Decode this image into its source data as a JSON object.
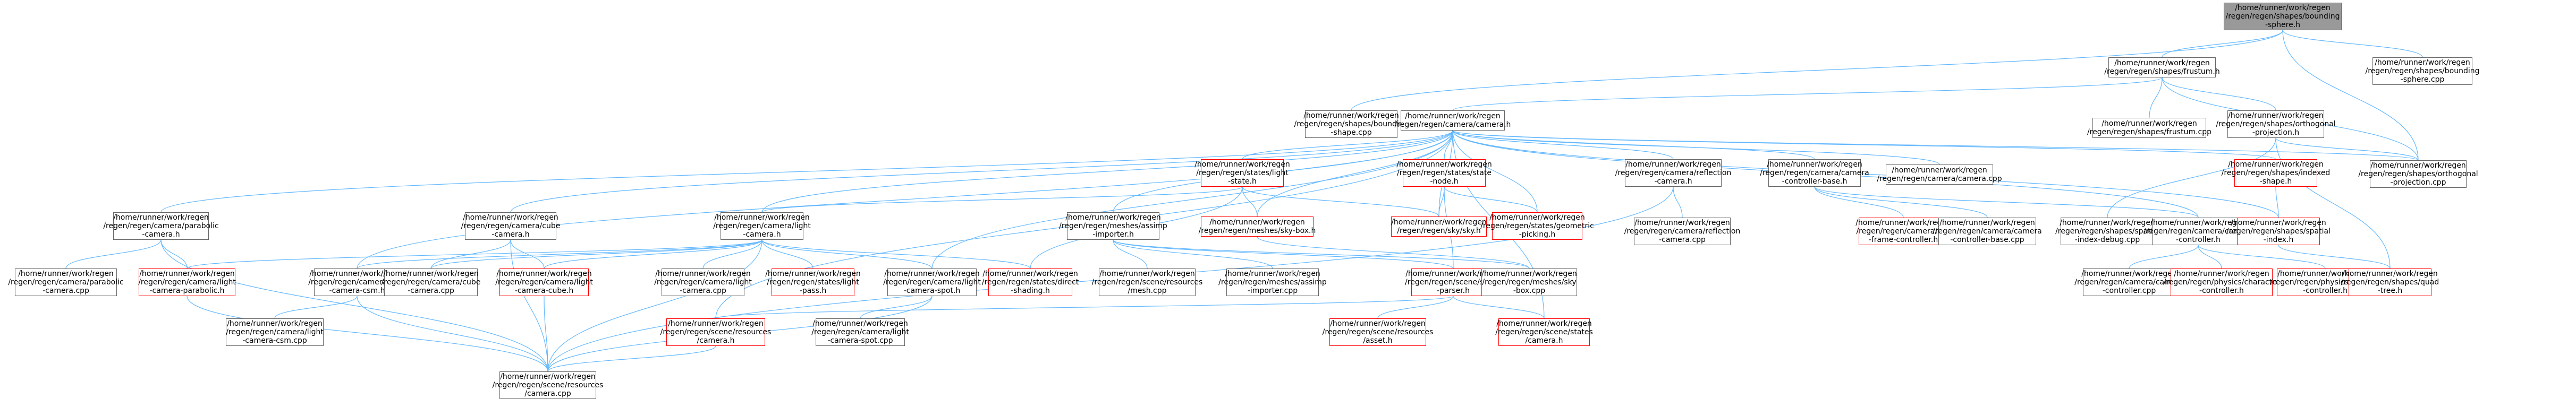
{
  "graph": {
    "edge_color": "#63b8ff",
    "node_border": "#666666",
    "missing_border": "#ff0000",
    "root_fill": "#999999",
    "nodes": [
      {
        "id": "bounding_sphere_h",
        "label": "/home/runner/work/regen\n/regen/regen/shapes/bounding\n-sphere.h",
        "style": "root"
      },
      {
        "id": "frustum_h",
        "label": "/home/runner/work/regen\n/regen/regen/shapes/frustum.h",
        "style": "normal"
      },
      {
        "id": "bounding_sphere_cpp",
        "label": "/home/runner/work/regen\n/regen/regen/shapes/bounding\n-sphere.cpp",
        "style": "normal"
      },
      {
        "id": "bounding_shape_cpp",
        "label": "/home/runner/work/regen\n/regen/regen/shapes/bounding\n-shape.cpp",
        "style": "normal"
      },
      {
        "id": "camera_h",
        "label": "/home/runner/work/regen\n/regen/regen/camera/camera.h",
        "style": "normal"
      },
      {
        "id": "frustum_cpp",
        "label": "/home/runner/work/regen\n/regen/regen/shapes/frustum.cpp",
        "style": "normal"
      },
      {
        "id": "ortho_h",
        "label": "/home/runner/work/regen\n/regen/regen/shapes/orthogonal\n-projection.h",
        "style": "normal"
      },
      {
        "id": "ortho_cpp",
        "label": "/home/runner/work/regen\n/regen/regen/shapes/orthogonal\n-projection.cpp",
        "style": "normal"
      },
      {
        "id": "parabolic_h",
        "label": "/home/runner/work/regen\n/regen/regen/camera/parabolic\n-camera.h",
        "style": "normal"
      },
      {
        "id": "cube_h",
        "label": "/home/runner/work/regen\n/regen/regen/camera/cube\n-camera.h",
        "style": "normal"
      },
      {
        "id": "light_state_h",
        "label": "/home/runner/work/regen\n/regen/regen/states/light\n-state.h",
        "style": "red"
      },
      {
        "id": "state_node_h",
        "label": "/home/runner/work/regen\n/regen/regen/states/state\n-node.h",
        "style": "red"
      },
      {
        "id": "reflection_h",
        "label": "/home/runner/work/regen\n/regen/regen/camera/reflection\n-camera.h",
        "style": "normal"
      },
      {
        "id": "controller_base_h",
        "label": "/home/runner/work/regen\n/regen/regen/camera/camera\n-controller-base.h",
        "style": "normal"
      },
      {
        "id": "camera_cpp",
        "label": "/home/runner/work/regen\n/regen/regen/camera/camera.cpp",
        "style": "normal"
      },
      {
        "id": "indexed_shape_h",
        "label": "/home/runner/work/regen\n/regen/regen/shapes/indexed\n-shape.h",
        "style": "red"
      },
      {
        "id": "light_camera_h",
        "label": "/home/runner/work/regen\n/regen/regen/camera/light\n-camera.h",
        "style": "normal"
      },
      {
        "id": "assimp_h",
        "label": "/home/runner/work/regen\n/regen/regen/meshes/assimp\n-importer.h",
        "style": "normal"
      },
      {
        "id": "sky_box_h",
        "label": "/home/runner/work/regen\n/regen/regen/meshes/sky-box.h",
        "style": "red"
      },
      {
        "id": "sky_h",
        "label": "/home/runner/work/regen\n/regen/regen/sky/sky.h",
        "style": "red"
      },
      {
        "id": "geometric_picking_h",
        "label": "/home/runner/work/regen\n/regen/regen/states/geometric\n-picking.h",
        "style": "red"
      },
      {
        "id": "reflection_cpp",
        "label": "/home/runner/work/regen\n/regen/regen/camera/reflection\n-camera.cpp",
        "style": "normal"
      },
      {
        "id": "key_frame_h",
        "label": "/home/runner/work/regen\n/regen/regen/camera/key\n-frame-controller.h",
        "style": "red"
      },
      {
        "id": "controller_base_cpp",
        "label": "/home/runner/work/regen\n/regen/regen/camera/camera\n-controller-base.cpp",
        "style": "normal"
      },
      {
        "id": "spatial_debug_cpp",
        "label": "/home/runner/work/regen\n/regen/regen/shapes/spatial\n-index-debug.cpp",
        "style": "normal"
      },
      {
        "id": "camera_controller_h",
        "label": "/home/runner/work/regen\n/regen/regen/camera/camera\n-controller.h",
        "style": "normal"
      },
      {
        "id": "spatial_index_h",
        "label": "/home/runner/work/regen\n/regen/regen/shapes/spatial\n-index.h",
        "style": "red"
      },
      {
        "id": "parabolic_cpp",
        "label": "/home/runner/work/regen\n/regen/regen/camera/parabolic\n-camera.cpp",
        "style": "normal"
      },
      {
        "id": "light_parabolic_h",
        "label": "/home/runner/work/regen\n/regen/regen/camera/light\n-camera-parabolic.h",
        "style": "red"
      },
      {
        "id": "light_csm_h",
        "label": "/home/runner/work/regen\n/regen/regen/camera/light\n-camera-csm.h",
        "style": "normal"
      },
      {
        "id": "cube_cpp",
        "label": "/home/runner/work/regen\n/regen/regen/camera/cube\n-camera.cpp",
        "style": "normal"
      },
      {
        "id": "light_cube_h",
        "label": "/home/runner/work/regen\n/regen/regen/camera/light\n-camera-cube.h",
        "style": "red"
      },
      {
        "id": "light_camera_cpp",
        "label": "/home/runner/work/regen\n/regen/regen/camera/light\n-camera.cpp",
        "style": "normal"
      },
      {
        "id": "light_pass_h",
        "label": "/home/runner/work/regen\n/regen/regen/states/light\n-pass.h",
        "style": "red"
      },
      {
        "id": "direct_shading_h",
        "label": "/home/runner/work/regen\n/regen/regen/states/direct\n-shading.h",
        "style": "red"
      },
      {
        "id": "light_spot_h",
        "label": "/home/runner/work/regen\n/regen/regen/camera/light\n-camera-spot.h",
        "style": "normal"
      },
      {
        "id": "resources_mesh_cpp",
        "label": "/home/runner/work/regen\n/regen/regen/scene/resources\n/mesh.cpp",
        "style": "normal"
      },
      {
        "id": "assimp_cpp",
        "label": "/home/runner/work/regen\n/regen/regen/meshes/assimp\n-importer.cpp",
        "style": "normal"
      },
      {
        "id": "scene_parser_h",
        "label": "/home/runner/work/regen\n/regen/regen/scene/scene\n-parser.h",
        "style": "red"
      },
      {
        "id": "sky_box_cpp",
        "label": "/home/runner/work/regen\n/regen/regen/meshes/sky\n-box.cpp",
        "style": "normal"
      },
      {
        "id": "controller_cpp",
        "label": "/home/runner/work/regen\n/regen/regen/camera/camera\n-controller.cpp",
        "style": "normal"
      },
      {
        "id": "character_controller_h",
        "label": "/home/runner/work/regen\n/regen/regen/physics/character\n-controller.h",
        "style": "red"
      },
      {
        "id": "impulse_controller_h",
        "label": "/home/runner/work/regen\n/regen/regen/physics/impulse\n-controller.h",
        "style": "red"
      },
      {
        "id": "quad_tree_h",
        "label": "/home/runner/work/regen\n/regen/regen/shapes/quad\n-tree.h",
        "style": "red"
      },
      {
        "id": "light_csm_cpp",
        "label": "/home/runner/work/regen\n/regen/regen/camera/light\n-camera-csm.cpp",
        "style": "normal"
      },
      {
        "id": "resources_camera_h",
        "label": "/home/runner/work/regen\n/regen/regen/scene/resources\n/camera.h",
        "style": "red"
      },
      {
        "id": "light_spot_cpp",
        "label": "/home/runner/work/regen\n/regen/regen/camera/light\n-camera-spot.cpp",
        "style": "normal"
      },
      {
        "id": "resources_asset_h",
        "label": "/home/runner/work/regen\n/regen/regen/scene/resources\n/asset.h",
        "style": "red"
      },
      {
        "id": "scenestates_camera_h",
        "label": "/home/runner/work/regen\n/regen/regen/scene/states\n/camera.h",
        "style": "red"
      },
      {
        "id": "resources_camera_cpp",
        "label": "/home/runner/work/regen\n/regen/regen/scene/resources\n/camera.cpp",
        "style": "normal"
      }
    ],
    "edges": [
      [
        "bounding_sphere_h",
        "frustum_h"
      ],
      [
        "bounding_sphere_h",
        "bounding_shape_cpp"
      ],
      [
        "bounding_sphere_h",
        "bounding_sphere_cpp"
      ],
      [
        "bounding_sphere_h",
        "ortho_cpp"
      ],
      [
        "frustum_h",
        "camera_h"
      ],
      [
        "frustum_h",
        "frustum_cpp"
      ],
      [
        "frustum_h",
        "ortho_h"
      ],
      [
        "frustum_h",
        "ortho_cpp"
      ],
      [
        "ortho_h",
        "ortho_cpp"
      ],
      [
        "ortho_h",
        "spatial_debug_cpp"
      ],
      [
        "ortho_h",
        "quad_tree_h"
      ],
      [
        "camera_h",
        "parabolic_h"
      ],
      [
        "camera_h",
        "cube_h"
      ],
      [
        "camera_h",
        "light_state_h"
      ],
      [
        "camera_h",
        "state_node_h"
      ],
      [
        "camera_h",
        "reflection_h"
      ],
      [
        "camera_h",
        "controller_base_h"
      ],
      [
        "camera_h",
        "camera_cpp"
      ],
      [
        "camera_h",
        "indexed_shape_h"
      ],
      [
        "camera_h",
        "ortho_cpp"
      ],
      [
        "camera_h",
        "light_camera_h"
      ],
      [
        "camera_h",
        "assimp_h"
      ],
      [
        "camera_h",
        "sky_box_h"
      ],
      [
        "camera_h",
        "sky_h"
      ],
      [
        "camera_h",
        "geometric_picking_h"
      ],
      [
        "camera_h",
        "spatial_index_h"
      ],
      [
        "camera_h",
        "camera_controller_h"
      ],
      [
        "camera_h",
        "light_csm_h"
      ],
      [
        "camera_h",
        "light_spot_h"
      ],
      [
        "camera_h",
        "resources_camera_h"
      ],
      [
        "camera_h",
        "scenestates_camera_h"
      ],
      [
        "parabolic_h",
        "parabolic_cpp"
      ],
      [
        "parabolic_h",
        "light_parabolic_h"
      ],
      [
        "parabolic_h",
        "resources_camera_cpp"
      ],
      [
        "cube_h",
        "cube_cpp"
      ],
      [
        "cube_h",
        "light_cube_h"
      ],
      [
        "cube_h",
        "resources_camera_cpp"
      ],
      [
        "light_state_h",
        "light_camera_h"
      ],
      [
        "light_state_h",
        "sky_h"
      ],
      [
        "light_state_h",
        "direct_shading_h"
      ],
      [
        "light_state_h",
        "sky_box_h"
      ],
      [
        "state_node_h",
        "scene_parser_h"
      ],
      [
        "state_node_h",
        "geometric_picking_h"
      ],
      [
        "state_node_h",
        "sky_h"
      ],
      [
        "reflection_h",
        "reflection_cpp"
      ],
      [
        "reflection_h",
        "resources_camera_cpp"
      ],
      [
        "controller_base_h",
        "key_frame_h"
      ],
      [
        "controller_base_h",
        "controller_base_cpp"
      ],
      [
        "controller_base_h",
        "camera_controller_h"
      ],
      [
        "indexed_shape_h",
        "spatial_index_h"
      ],
      [
        "spatial_index_h",
        "quad_tree_h"
      ],
      [
        "light_camera_h",
        "light_parabolic_h"
      ],
      [
        "light_camera_h",
        "light_csm_h"
      ],
      [
        "light_camera_h",
        "cube_cpp"
      ],
      [
        "light_camera_h",
        "light_cube_h"
      ],
      [
        "light_camera_h",
        "light_camera_cpp"
      ],
      [
        "light_camera_h",
        "light_pass_h"
      ],
      [
        "light_camera_h",
        "direct_shading_h"
      ],
      [
        "light_camera_h",
        "light_spot_h"
      ],
      [
        "light_camera_h",
        "resources_camera_cpp"
      ],
      [
        "assimp_h",
        "resources_mesh_cpp"
      ],
      [
        "assimp_h",
        "assimp_cpp"
      ],
      [
        "assimp_h",
        "scene_parser_h"
      ],
      [
        "assimp_h",
        "sky_box_cpp"
      ],
      [
        "sky_box_h",
        "sky_box_cpp"
      ],
      [
        "camera_controller_h",
        "controller_cpp"
      ],
      [
        "camera_controller_h",
        "character_controller_h"
      ],
      [
        "camera_controller_h",
        "impulse_controller_h"
      ],
      [
        "light_parabolic_h",
        "resources_camera_cpp"
      ],
      [
        "light_csm_h",
        "light_csm_cpp"
      ],
      [
        "light_csm_h",
        "resources_camera_cpp"
      ],
      [
        "light_cube_h",
        "resources_camera_cpp"
      ],
      [
        "light_spot_h",
        "light_spot_cpp"
      ],
      [
        "light_spot_h",
        "resources_camera_cpp"
      ],
      [
        "scene_parser_h",
        "resources_camera_h"
      ],
      [
        "scene_parser_h",
        "resources_asset_h"
      ],
      [
        "scene_parser_h",
        "scenestates_camera_h"
      ],
      [
        "resources_camera_h",
        "resources_camera_cpp"
      ]
    ]
  }
}
